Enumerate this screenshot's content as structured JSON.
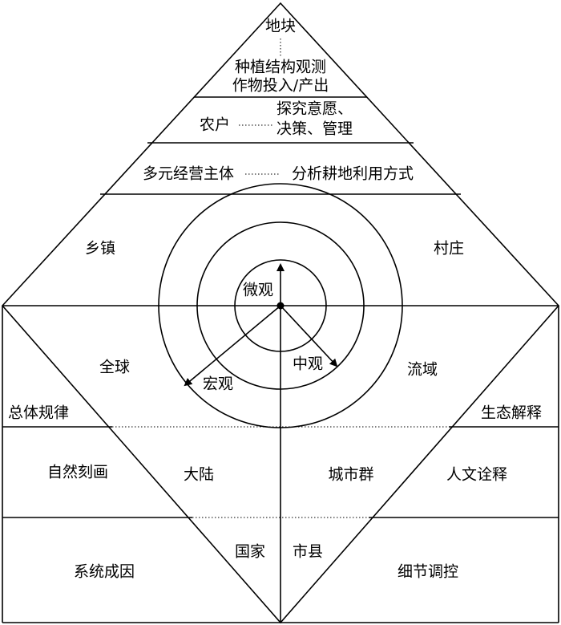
{
  "pyramid": {
    "plot": {
      "label": "地块",
      "detail_line1": "种植结构观测",
      "detail_line2": "作物投入/产出"
    },
    "farmer": {
      "label": "农户",
      "detail_line1": "探究意愿、",
      "detail_line2": "决策、管理"
    },
    "entity": {
      "label": "多元经营主体",
      "detail": "分析耕地利用方式"
    },
    "township": "乡镇",
    "village": "村庄"
  },
  "scales": {
    "micro": "微观",
    "meso": "中观",
    "macro": "宏观"
  },
  "lower": {
    "global": "全球",
    "basin": "流域",
    "general_law": "总体规律",
    "eco_interpretation": "生态解释",
    "natural_depiction": "自然刻画",
    "continent": "大陆",
    "urban_agglomeration": "城市群",
    "humanistic_interpretation": "人文诠释",
    "country": "国家",
    "city_county": "市县",
    "systematic_cause": "系统成因",
    "detail_regulation": "细节调控"
  }
}
